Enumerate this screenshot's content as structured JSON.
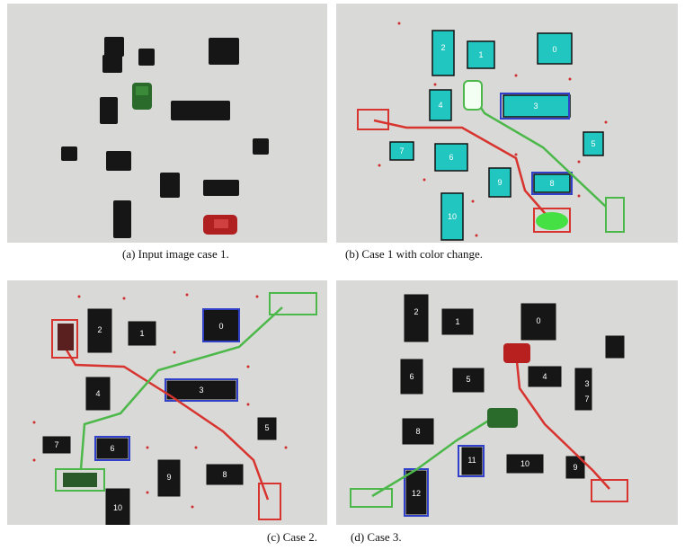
{
  "captions": {
    "a": "(a) Input image case 1.",
    "b": "(b) Case 1 with color change.",
    "c": "(c) Case 2.",
    "d": "(d) Case 3."
  },
  "panel_b": {
    "labels": [
      "0",
      "1",
      "2",
      "3",
      "4",
      "5",
      "6",
      "7",
      "8",
      "9",
      "10"
    ]
  },
  "panel_c": {
    "labels": [
      "0",
      "1",
      "2",
      "3",
      "4",
      "5",
      "6",
      "7",
      "8",
      "9",
      "10"
    ]
  },
  "panel_d": {
    "labels": [
      "0",
      "1",
      "2",
      "3",
      "4",
      "5",
      "6",
      "7",
      "8",
      "9",
      "10",
      "11",
      "12"
    ]
  },
  "colors": {
    "background": "#d8d8d6",
    "block": "#141414",
    "cyan_block": "#22c6c0",
    "red_path": "#d8342f",
    "green_path": "#4cb84a",
    "blue_box": "#3040c8",
    "waypoint": "#e0b040"
  }
}
